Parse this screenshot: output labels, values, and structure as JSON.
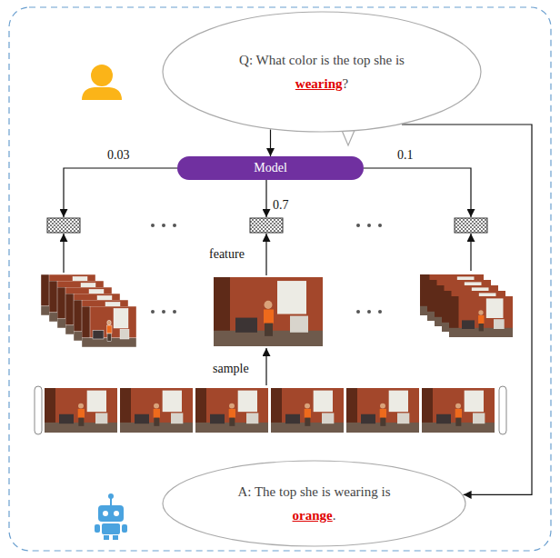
{
  "diagram": {
    "nodes": [
      {
        "text": [
          "Q: What color is the top she is",
          "wearing",
          "?"
        ]
      },
      {
        "text": [
          "Model"
        ]
      },
      {
        "text": [
          "A: The top she is wearing is",
          "orange",
          "."
        ]
      }
    ],
    "edges": [
      {
        "from": 0,
        "to": 1,
        "arrow": "to"
      },
      {
        "from": 0,
        "to": 2,
        "arrow": "to"
      }
    ],
    "labels": [
      "0.03",
      "0.7",
      "0.1",
      "feature",
      "sample"
    ]
  }
}
